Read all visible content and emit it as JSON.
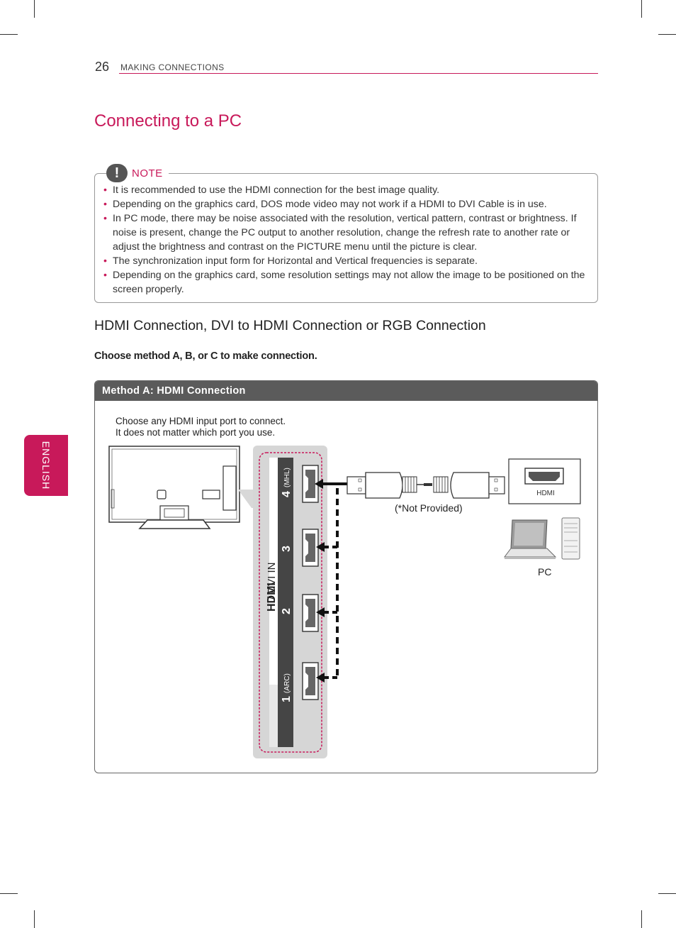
{
  "side_tab": {
    "label": "ENGLISH"
  },
  "header": {
    "page_number": "26",
    "section": "MAKING CONNECTIONS"
  },
  "title": "Connecting to a PC",
  "note": {
    "label": "NOTE",
    "icon": "exclamation-icon",
    "items": [
      "It is recommended to use the HDMI connection for the best image quality.",
      "Depending on the graphics card, DOS mode video may not work if a HDMI to DVI Cable is in use.",
      "In PC mode, there may be noise associated with the resolution, vertical pattern, contrast or brightness. If noise is present, change the PC output to another resolution, change the refresh rate to another rate or adjust the brightness and contrast on the PICTURE menu until the picture is clear.",
      "The synchronization input form for Horizontal and Vertical frequencies is separate.",
      "Depending on the graphics card, some resolution settings may not allow the image to be positioned on the screen properly."
    ]
  },
  "subtitle": "HDMI Connection, DVI to HDMI Connection or RGB Connection",
  "instruction": "Choose method A, B, or C to make connection.",
  "method": {
    "header": "Method A: HDMI Connection",
    "caption_line1": "Choose any HDMI input port to connect.",
    "caption_line2": "It does not matter which port you use.",
    "panel": {
      "brand": "HDMI",
      "label": "/ DVI IN",
      "ports": [
        "1",
        "2",
        "3",
        "4"
      ],
      "port1_suffix": "(ARC)",
      "port4_suffix": "(MHL)"
    },
    "cable_note": "(*Not Provided)",
    "pc_port_label": "HDMI",
    "pc_label": "PC"
  },
  "colors": {
    "accent": "#c8195a",
    "header_bar": "#5b5b5b",
    "panel_dark": "#454545"
  }
}
